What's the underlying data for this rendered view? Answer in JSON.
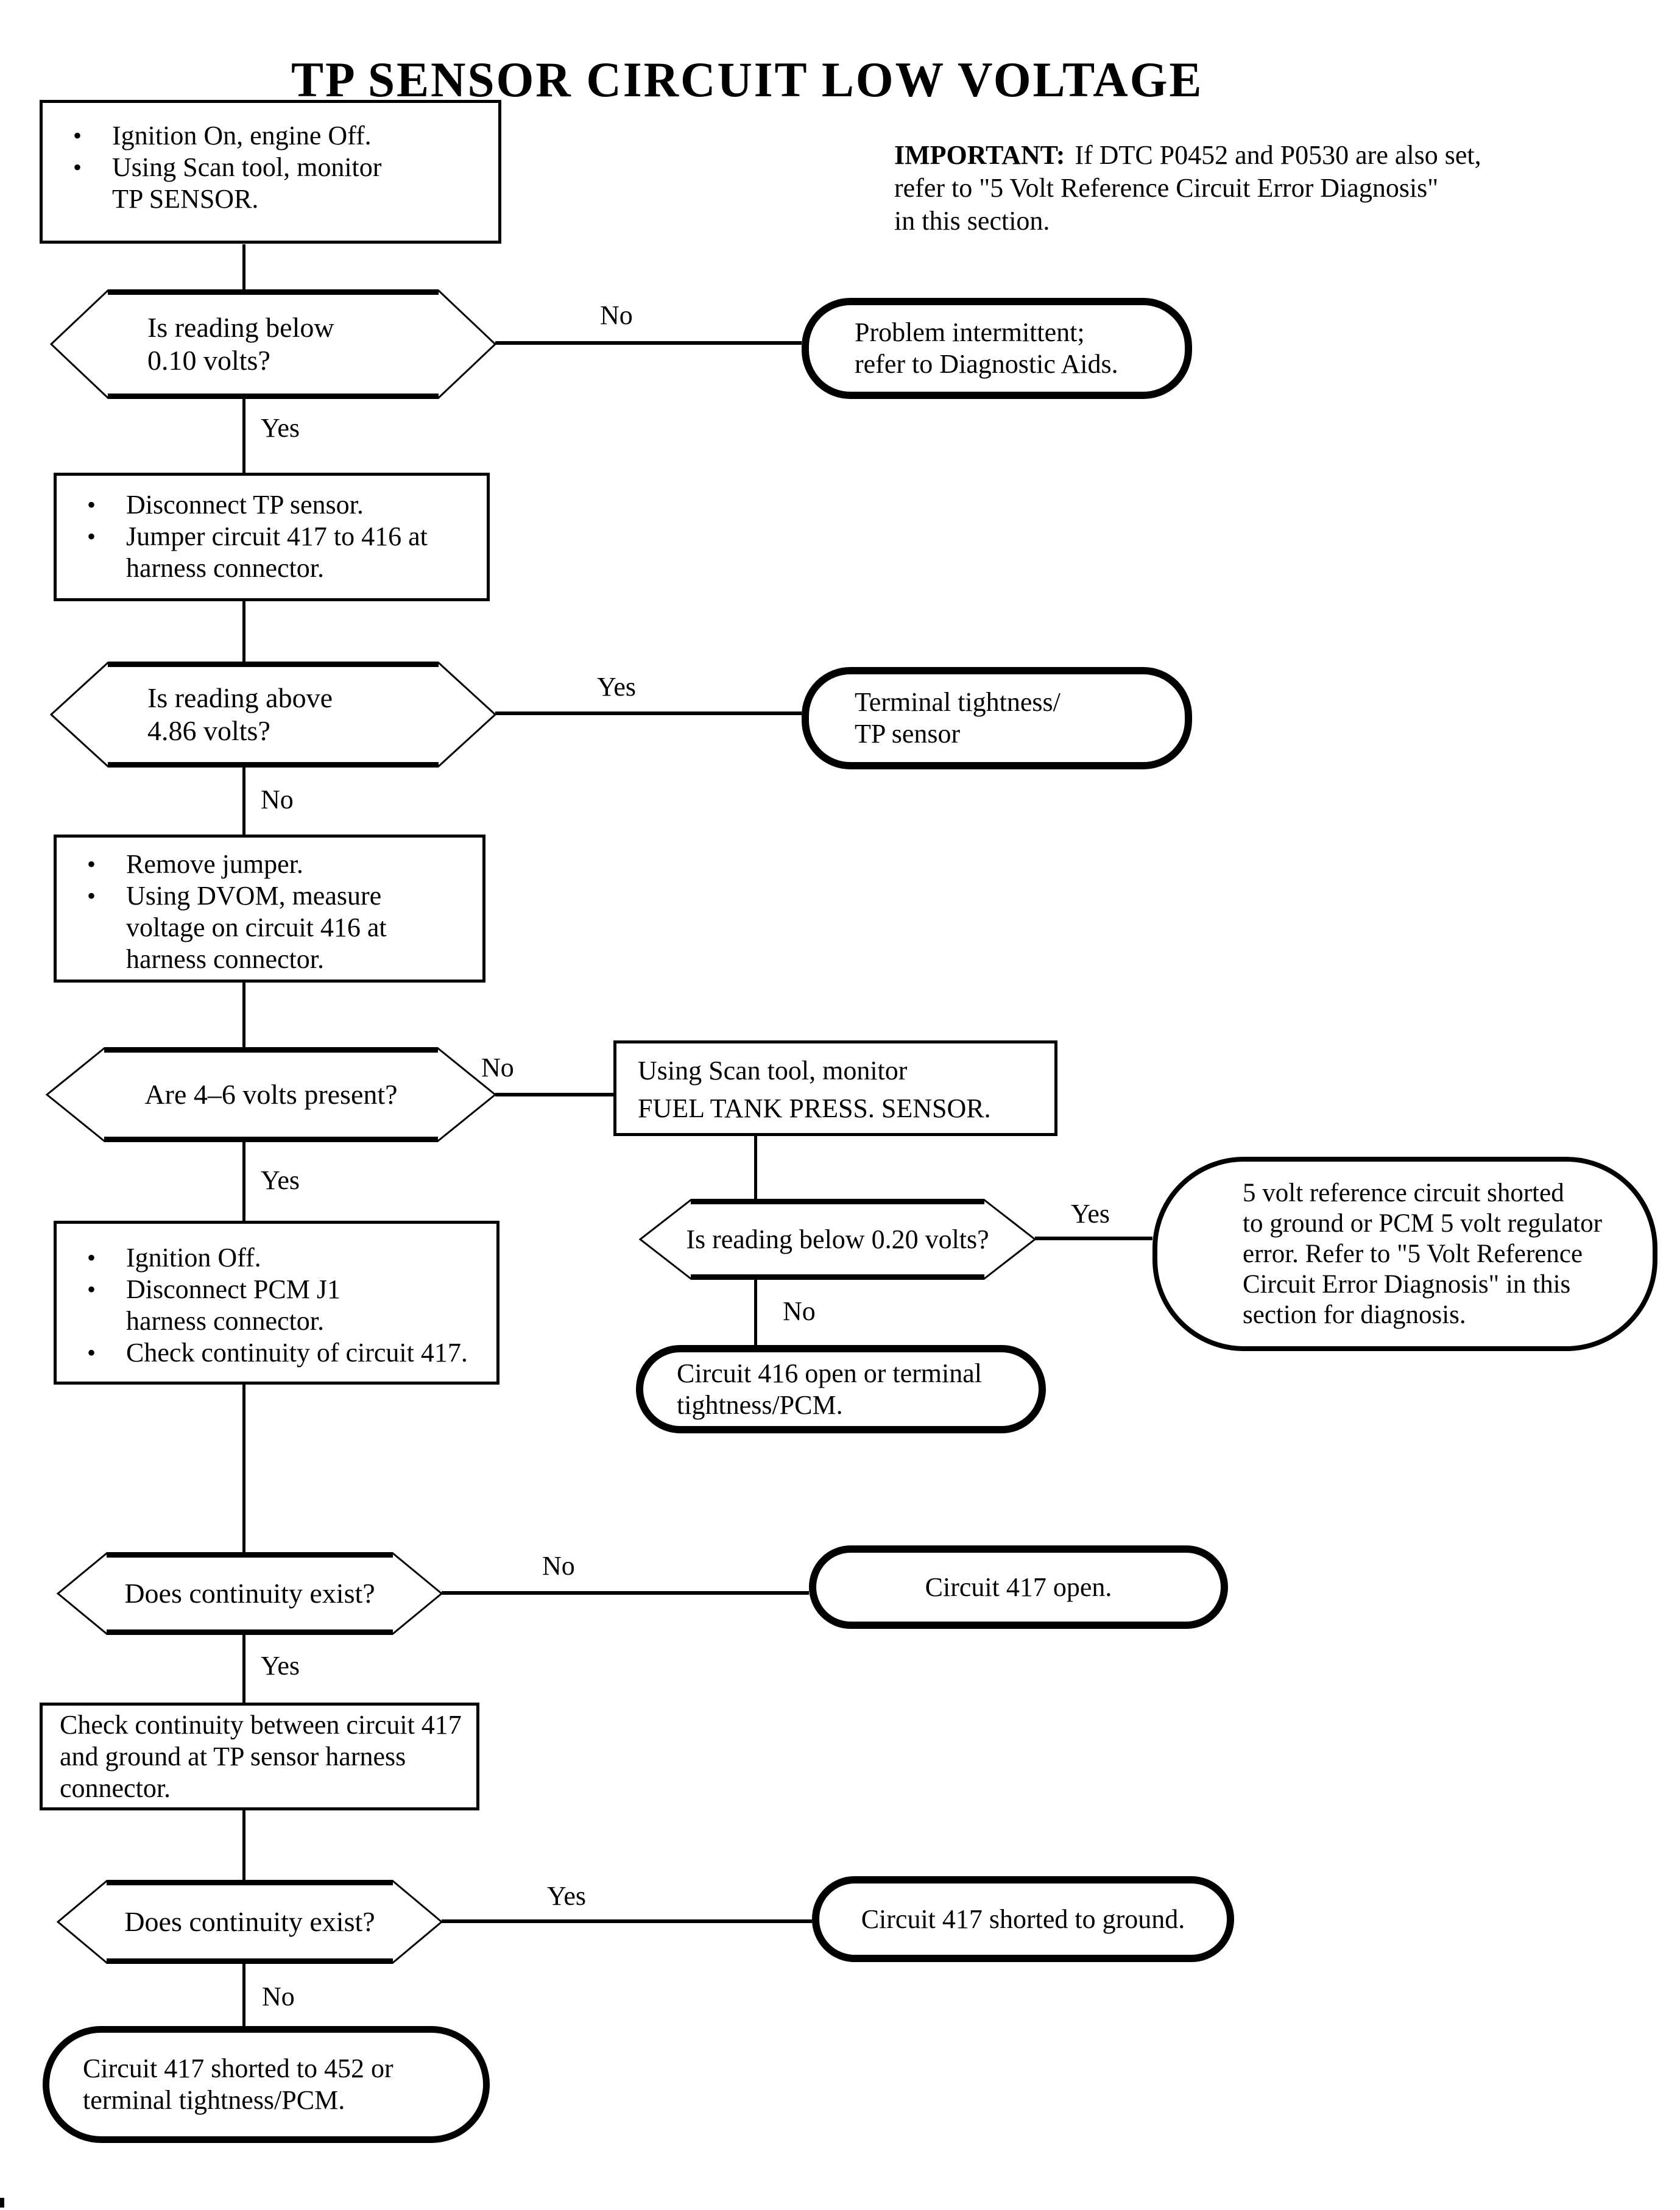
{
  "page": {
    "title": "TP SENSOR CIRCUIT LOW VOLTAGE"
  },
  "important": {
    "label": "IMPORTANT:",
    "text": "If DTC P0452 and P0530 are also set,\nrefer to \"5 Volt Reference Circuit Error Diagnosis\"\nin this section."
  },
  "glyphs": {
    "bullet": "•"
  },
  "colors": {
    "ink": "#000000",
    "paper": "#ffffff"
  },
  "nodes": {
    "start": {
      "bullets": [
        "Ignition On, engine Off.",
        "Using Scan tool, monitor\nTP SENSOR."
      ]
    },
    "reading_below_010": {
      "question": "Is reading below\n0.10 volts?"
    },
    "problem_intermittent": {
      "text": "Problem intermittent;\nrefer to Diagnostic Aids."
    },
    "disconnect_tp": {
      "bullets": [
        "Disconnect TP sensor.",
        "Jumper circuit 417 to 416 at\nharness connector."
      ]
    },
    "reading_above_486": {
      "question": "Is reading above\n4.86 volts?"
    },
    "terminal_tightness": {
      "text": "Terminal tightness/\nTP sensor"
    },
    "remove_jumper": {
      "bullets": [
        "Remove jumper.",
        "Using DVOM, measure\nvoltage on circuit 416 at\nharness connector."
      ]
    },
    "volts_4_6_present": {
      "question": "Are 4–6 volts present?"
    },
    "monitor_fuel_tank": {
      "text": "Using Scan tool, monitor\nFUEL TANK PRESS. SENSOR."
    },
    "reading_below_020": {
      "question": "Is reading below 0.20 volts?"
    },
    "five_volt_reference": {
      "text": "5 volt reference circuit shorted\nto ground or PCM 5 volt regulator\nerror. Refer to \"5 Volt Reference\nCircuit Error Diagnosis\" in this\nsection for diagnosis."
    },
    "circuit_416_open": {
      "text": "Circuit 416 open or terminal\ntightness/PCM."
    },
    "ignition_off": {
      "bullets": [
        "Ignition Off.",
        "Disconnect PCM J1\nharness connector.",
        "Check continuity of circuit 417."
      ]
    },
    "continuity_1": {
      "question": "Does continuity exist?"
    },
    "circuit_417_open": {
      "text": "Circuit 417 open."
    },
    "check_continuity_ground": {
      "text": "Check continuity between circuit 417\nand ground at TP sensor harness\nconnector."
    },
    "continuity_2": {
      "question": "Does continuity exist?"
    },
    "circuit_417_shorted_ground": {
      "text": "Circuit 417 shorted to ground."
    },
    "circuit_417_shorted_452": {
      "text": "Circuit 417 shorted to 452 or\nterminal tightness/PCM."
    }
  },
  "edge_labels": {
    "reading_below_010_no": "No",
    "reading_below_010_yes": "Yes",
    "reading_above_486_yes": "Yes",
    "reading_above_486_no": "No",
    "volts_4_6_no": "No",
    "volts_4_6_yes": "Yes",
    "reading_below_020_yes": "Yes",
    "reading_below_020_no": "No",
    "continuity_1_no": "No",
    "continuity_1_yes": "Yes",
    "continuity_2_yes": "Yes",
    "continuity_2_no": "No"
  }
}
